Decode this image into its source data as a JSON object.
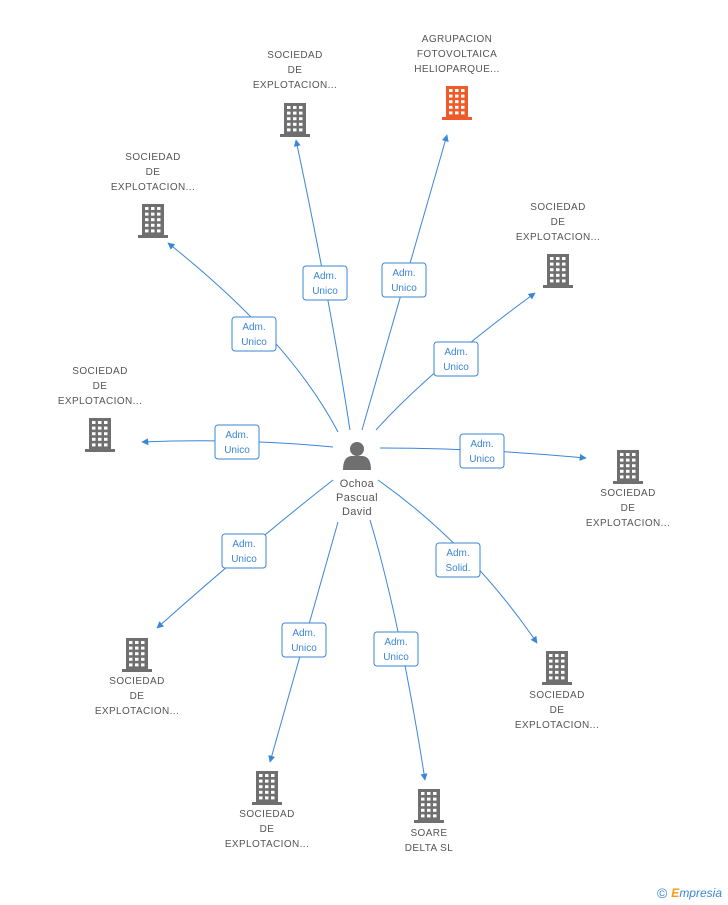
{
  "center": {
    "name_lines": [
      "Ochoa",
      "Pascual",
      "David"
    ],
    "icon": "person-icon",
    "color": "#6f6f6f"
  },
  "colors": {
    "edge": "#3b86d6",
    "building": "#6f6f6f",
    "highlight": "#f05a28"
  },
  "nodes": [
    {
      "id": "n1",
      "lines": [
        "SOCIEDAD",
        "DE",
        "EXPLOTACION..."
      ],
      "role_lines": [
        "Adm.",
        "Unico"
      ],
      "highlight": false
    },
    {
      "id": "n2",
      "lines": [
        "AGRUPACION",
        "FOTOVOLTAICA",
        "HELIOPARQUE..."
      ],
      "role_lines": [
        "Adm.",
        "Unico"
      ],
      "highlight": true
    },
    {
      "id": "n3",
      "lines": [
        "SOCIEDAD",
        "DE",
        "EXPLOTACION..."
      ],
      "role_lines": [
        "Adm.",
        "Unico"
      ],
      "highlight": false
    },
    {
      "id": "n4",
      "lines": [
        "SOCIEDAD",
        "DE",
        "EXPLOTACION..."
      ],
      "role_lines": [
        "Adm.",
        "Unico"
      ],
      "highlight": false
    },
    {
      "id": "n5",
      "lines": [
        "SOCIEDAD",
        "DE",
        "EXPLOTACION..."
      ],
      "role_lines": [
        "Adm.",
        "Unico"
      ],
      "highlight": false
    },
    {
      "id": "n6",
      "lines": [
        "SOCIEDAD",
        "DE",
        "EXPLOTACION..."
      ],
      "role_lines": [
        "Adm.",
        "Unico"
      ],
      "highlight": false
    },
    {
      "id": "n7",
      "lines": [
        "SOCIEDAD",
        "DE",
        "EXPLOTACION..."
      ],
      "role_lines": [
        "Adm.",
        "Solid."
      ],
      "highlight": false
    },
    {
      "id": "n8",
      "lines": [
        "SOARE",
        "DELTA SL"
      ],
      "role_lines": [
        "Adm.",
        "Unico"
      ],
      "highlight": false
    },
    {
      "id": "n9",
      "lines": [
        "SOCIEDAD",
        "DE",
        "EXPLOTACION..."
      ],
      "role_lines": [
        "Adm.",
        "Unico"
      ],
      "highlight": false
    },
    {
      "id": "n10",
      "lines": [
        "SOCIEDAD",
        "DE",
        "EXPLOTACION..."
      ],
      "role_lines": [
        "Adm.",
        "Unico"
      ],
      "highlight": false
    }
  ],
  "footer": {
    "copyright": "©",
    "brand_e": "E",
    "brand_rest": "mpresia"
  }
}
